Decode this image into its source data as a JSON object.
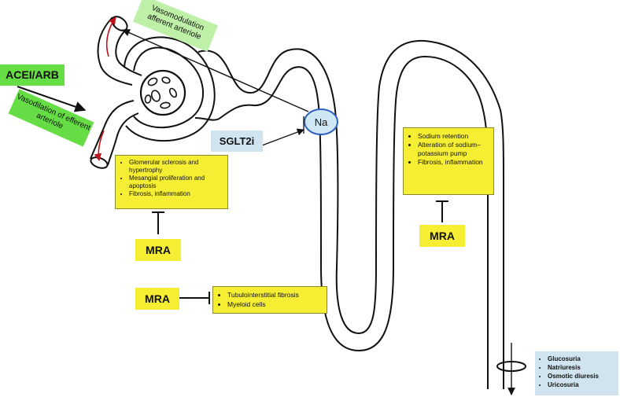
{
  "labels": {
    "acei_arb": "ACEI/ARB",
    "vasodilation": "Vasodilation of efferent arteriole",
    "vasomodulation": "Vasomodulation afferent arteriole",
    "sglt2i": "SGLT2i",
    "na": "Na",
    "mra_glomerular": "MRA",
    "mra_tubulo": "MRA",
    "mra_distal": "MRA"
  },
  "glomerular_effects": [
    "Glomerular sclerosis and hypertrophy",
    "Mesangial proliferation and apoptosis",
    "Fibrosis, inflammation"
  ],
  "tubular_effects": [
    "Tubulointerstitial fibrosis",
    "Myeloid cells"
  ],
  "distal_effects": [
    "Sodium retention",
    "Alteration of sodium–potassium pump",
    "Fibrosis, inflammation"
  ],
  "collecting_effects": [
    "Glucosuria",
    "Natriuresis",
    "Osmotic diuresis",
    "Uricosuria"
  ],
  "colors": {
    "yellow": "#f5ee33",
    "green": "#66dd44",
    "light_green": "#bff0a8",
    "light_blue": "#cfe4ef",
    "na_fill": "#cfe6f5",
    "na_stroke": "#3060c0",
    "arteriole_flow": "#c0141c"
  }
}
